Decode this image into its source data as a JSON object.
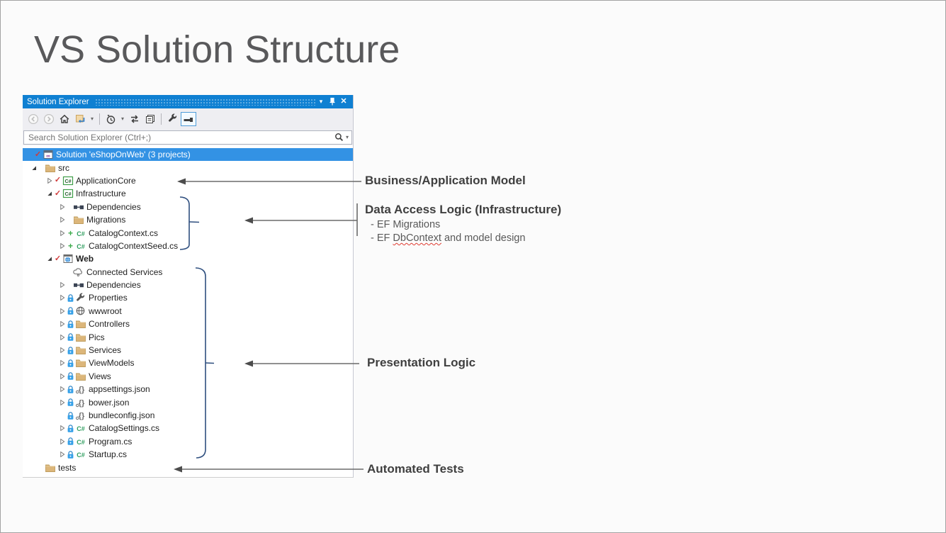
{
  "slide": {
    "title": "VS Solution Structure"
  },
  "panel": {
    "title": "Solution Explorer",
    "titlebar_icons": [
      {
        "name": "window-position-chevron-icon",
        "glyph": "▾"
      },
      {
        "name": "pin-icon",
        "glyph": "pin"
      },
      {
        "name": "close-icon",
        "glyph": "✕"
      }
    ],
    "toolbar": [
      {
        "name": "back",
        "disabled": true
      },
      {
        "name": "forward",
        "disabled": true
      },
      {
        "name": "home"
      },
      {
        "name": "switch-views"
      },
      {
        "name": "caret"
      },
      {
        "name": "separator"
      },
      {
        "name": "pending-changes-filter"
      },
      {
        "name": "caret"
      },
      {
        "name": "sync-with-active-document"
      },
      {
        "name": "collapse-all"
      },
      {
        "name": "separator"
      },
      {
        "name": "properties"
      },
      {
        "name": "preview-selected-items",
        "active": true
      }
    ],
    "search": {
      "placeholder": "Search Solution Explorer (Ctrl+;)",
      "icons": [
        "search-icon",
        "caret"
      ]
    },
    "tree": [
      {
        "label": "Solution 'eShopOnWeb' (3 projects)",
        "icon": "solution",
        "level": 0,
        "selected": true,
        "check": true
      },
      {
        "label": "src",
        "icon": "folder",
        "level": 1,
        "expander": "expanded"
      },
      {
        "label": "ApplicationCore",
        "icon": "csproj",
        "level": 2,
        "expander": "collapsed",
        "check": true
      },
      {
        "label": "Infrastructure",
        "icon": "csproj",
        "level": 2,
        "expander": "expanded",
        "check": true
      },
      {
        "label": "Dependencies",
        "icon": "dependencies",
        "level": 3,
        "expander": "collapsed"
      },
      {
        "label": "Migrations",
        "icon": "folder",
        "level": 3,
        "expander": "collapsed"
      },
      {
        "label": "CatalogContext.cs",
        "icon": "csfile",
        "level": 3,
        "expander": "collapsed",
        "plus": true
      },
      {
        "label": "CatalogContextSeed.cs",
        "icon": "csfile",
        "level": 3,
        "expander": "collapsed",
        "plus": true
      },
      {
        "label": "Web",
        "icon": "webproj",
        "level": 2,
        "expander": "expanded",
        "check": true,
        "bold": true
      },
      {
        "label": "Connected Services",
        "icon": "cloud",
        "level": 3
      },
      {
        "label": "Dependencies",
        "icon": "dependencies",
        "level": 3,
        "expander": "collapsed"
      },
      {
        "label": "Properties",
        "icon": "wrench",
        "level": 3,
        "expander": "collapsed",
        "lock": true
      },
      {
        "label": "wwwroot",
        "icon": "globe",
        "level": 3,
        "expander": "collapsed",
        "lock": true
      },
      {
        "label": "Controllers",
        "icon": "folder",
        "level": 3,
        "expander": "collapsed",
        "lock": true
      },
      {
        "label": "Pics",
        "icon": "folder",
        "level": 3,
        "expander": "collapsed",
        "lock": true
      },
      {
        "label": "Services",
        "icon": "folder",
        "level": 3,
        "expander": "collapsed",
        "lock": true
      },
      {
        "label": "ViewModels",
        "icon": "folder",
        "level": 3,
        "expander": "collapsed",
        "lock": true
      },
      {
        "label": "Views",
        "icon": "folder",
        "level": 3,
        "expander": "collapsed",
        "lock": true
      },
      {
        "label": "appsettings.json",
        "icon": "json",
        "level": 3,
        "expander": "collapsed",
        "lock": true
      },
      {
        "label": "bower.json",
        "icon": "json",
        "level": 3,
        "expander": "collapsed",
        "lock": true
      },
      {
        "label": "bundleconfig.json",
        "icon": "json",
        "level": 3,
        "lock": true
      },
      {
        "label": "CatalogSettings.cs",
        "icon": "csfile",
        "level": 3,
        "expander": "collapsed",
        "lock": true
      },
      {
        "label": "Program.cs",
        "icon": "csfile",
        "level": 3,
        "expander": "collapsed",
        "lock": true
      },
      {
        "label": "Startup.cs",
        "icon": "csfile",
        "level": 3,
        "expander": "collapsed",
        "lock": true
      },
      {
        "label": "tests",
        "icon": "folder",
        "level": 1
      }
    ]
  },
  "annotations": {
    "business": {
      "label": "Business/Application Model"
    },
    "data_access": {
      "title": "Data Access Logic (Infrastructure)",
      "item1": "- EF Migrations",
      "item2_pre": "- EF ",
      "item2_wavy": "DbContext",
      "item2_post": " and model design"
    },
    "presentation": {
      "label": "Presentation Logic"
    },
    "tests": {
      "label": "Automated Tests"
    }
  },
  "colors": {
    "titlebar": "#0f80d2",
    "selection": "#3392e4",
    "toolbar_bg": "#eeeef2",
    "folder": "#dcb67a",
    "check": "#d03a3a",
    "plus_green": "#3cab4a",
    "lock_blue": "#35a0e8",
    "brace": "#2f4f7f",
    "arrow": "#5c5c5c",
    "title_text": "#59595b"
  }
}
